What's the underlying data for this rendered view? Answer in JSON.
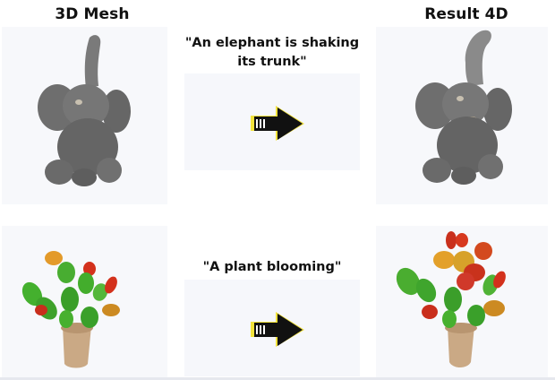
{
  "headers": {
    "left": "3D Mesh",
    "right": "Result 4D"
  },
  "prompts": {
    "top": "\"An elephant is shaking its trunk\"",
    "bottom": "\"A plant blooming\""
  },
  "icons": {
    "arrow": "right-arrow-icon"
  },
  "colors": {
    "elephant_gray": "#6b6b6b",
    "leaf_green": "#3faa2c",
    "petal_red": "#d6341e",
    "petal_orange": "#e8962a",
    "pot": "#c9aa86",
    "arrow_black": "#111111",
    "arrow_yellow": "#f1e23b"
  }
}
